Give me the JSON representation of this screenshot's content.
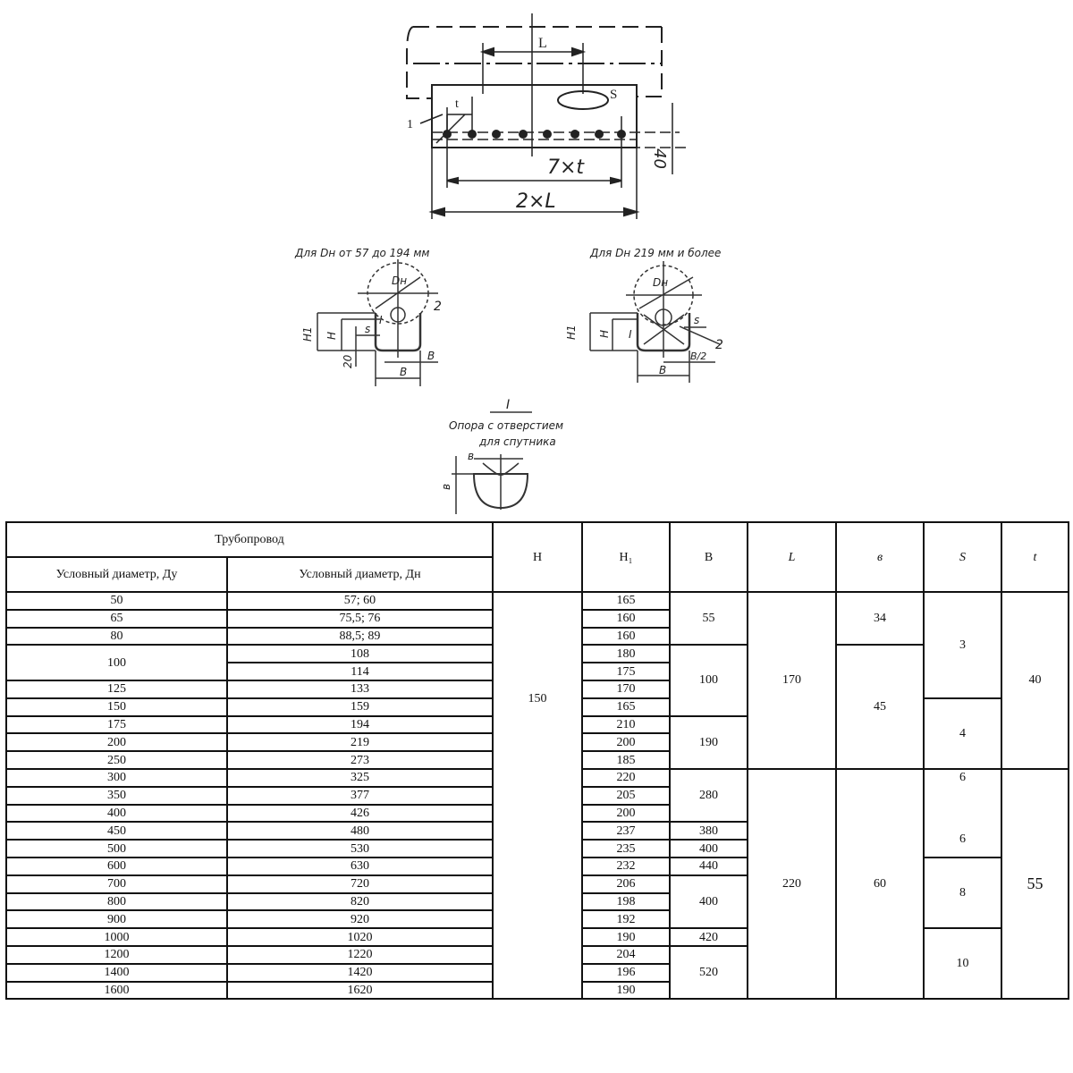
{
  "drawing": {
    "top_view": {
      "L": "L",
      "S": "S",
      "t": "t",
      "item1": "1",
      "seven_t": "7×t",
      "two_L": "2×L",
      "dim_40": "40"
    },
    "section_small": {
      "title": "Для Dн от 57 до 194 мм",
      "Dn": "Dн",
      "item2": "2",
      "H1": "H1",
      "H": "H",
      "S": "s",
      "dim_20": "20",
      "B_top": "B",
      "B": "B",
      "I": "I"
    },
    "section_large": {
      "title": "Для Dн 219 мм и более",
      "Dn": "Dн",
      "item2": "2",
      "H1": "H1",
      "H": "H",
      "S": "s",
      "I": "I",
      "B_half": "B/2",
      "B": "B"
    },
    "detail": {
      "label": "I",
      "caption_line1": "Опора с отверстием",
      "caption_line2": "для спутника",
      "v_top": "в",
      "v_side": "в"
    }
  },
  "table": {
    "group_header": "Трубопровод",
    "col_du": "Условный диаметр, Ду",
    "col_dn": "Условный диаметр, Дн",
    "col_H": "H",
    "col_H1": "H₁",
    "col_B": "B",
    "col_L": "L",
    "col_v": "в",
    "col_S": "S",
    "col_t": "t",
    "rows": [
      {
        "du": "50",
        "dn": "57; 60",
        "h1": "165"
      },
      {
        "du": "65",
        "dn": "75,5; 76",
        "h1": "160"
      },
      {
        "du": "80",
        "dn": "88,5; 89",
        "h1": "160"
      },
      {
        "du": "100",
        "du_span": 2,
        "dn": "108",
        "h1": "180"
      },
      {
        "dn": "114",
        "h1": "175"
      },
      {
        "du": "125",
        "dn": "133",
        "h1": "170"
      },
      {
        "du": "150",
        "dn": "159",
        "h1": "165"
      },
      {
        "du": "175",
        "dn": "194",
        "h1": "210"
      },
      {
        "du": "200",
        "dn": "219",
        "h1": "200"
      },
      {
        "du": "250",
        "dn": "273",
        "h1": "185"
      },
      {
        "du": "300",
        "dn": "325",
        "h1": "220"
      },
      {
        "du": "350",
        "dn": "377",
        "h1": "205"
      },
      {
        "du": "400",
        "dn": "426",
        "h1": "200"
      },
      {
        "du": "450",
        "dn": "480",
        "h1": "237"
      },
      {
        "du": "500",
        "dn": "530",
        "h1": "235"
      },
      {
        "du": "600",
        "dn": "630",
        "h1": "232"
      },
      {
        "du": "700",
        "dn": "720",
        "h1": "206"
      },
      {
        "du": "800",
        "dn": "820",
        "h1": "198"
      },
      {
        "du": "900",
        "dn": "920",
        "h1": "192"
      },
      {
        "du": "1000",
        "dn": "1020",
        "h1": "190"
      },
      {
        "du": "1200",
        "dn": "1220",
        "h1": "204"
      },
      {
        "du": "1400",
        "dn": "1420",
        "h1": "196"
      },
      {
        "du": "1600",
        "dn": "1620",
        "h1": "190"
      }
    ],
    "H": [
      {
        "value": "150",
        "span": 23
      }
    ],
    "B": [
      {
        "value": "55",
        "span": 3
      },
      {
        "value": "100",
        "span": 4
      },
      {
        "value": "190",
        "span": 3
      },
      {
        "value": "280",
        "span": 3
      },
      {
        "value": "380",
        "span": 1
      },
      {
        "value": "400",
        "span": 1
      },
      {
        "value": "440",
        "span": 1
      },
      {
        "value": "400",
        "span": 3
      },
      {
        "value": "420",
        "span": 1
      },
      {
        "value": "520",
        "span": 3
      }
    ],
    "L": [
      {
        "value": "170",
        "span": 10
      },
      {
        "value": "220",
        "span": 13
      }
    ],
    "v": [
      {
        "value": "34",
        "span": 3
      },
      {
        "value": "45",
        "span": 7
      },
      {
        "value": "60",
        "span": 13
      }
    ],
    "S": [
      {
        "value": "3",
        "span": 6
      },
      {
        "value": "4",
        "span": 4
      },
      {
        "value": "6",
        "span": 3
      },
      {
        "value": "6",
        "span": 2
      },
      {
        "value": "8",
        "span": 4
      },
      {
        "value": "10",
        "span": 4
      }
    ],
    "t": [
      {
        "value": "40",
        "span": 10
      },
      {
        "value": "55",
        "span": 13
      }
    ]
  }
}
